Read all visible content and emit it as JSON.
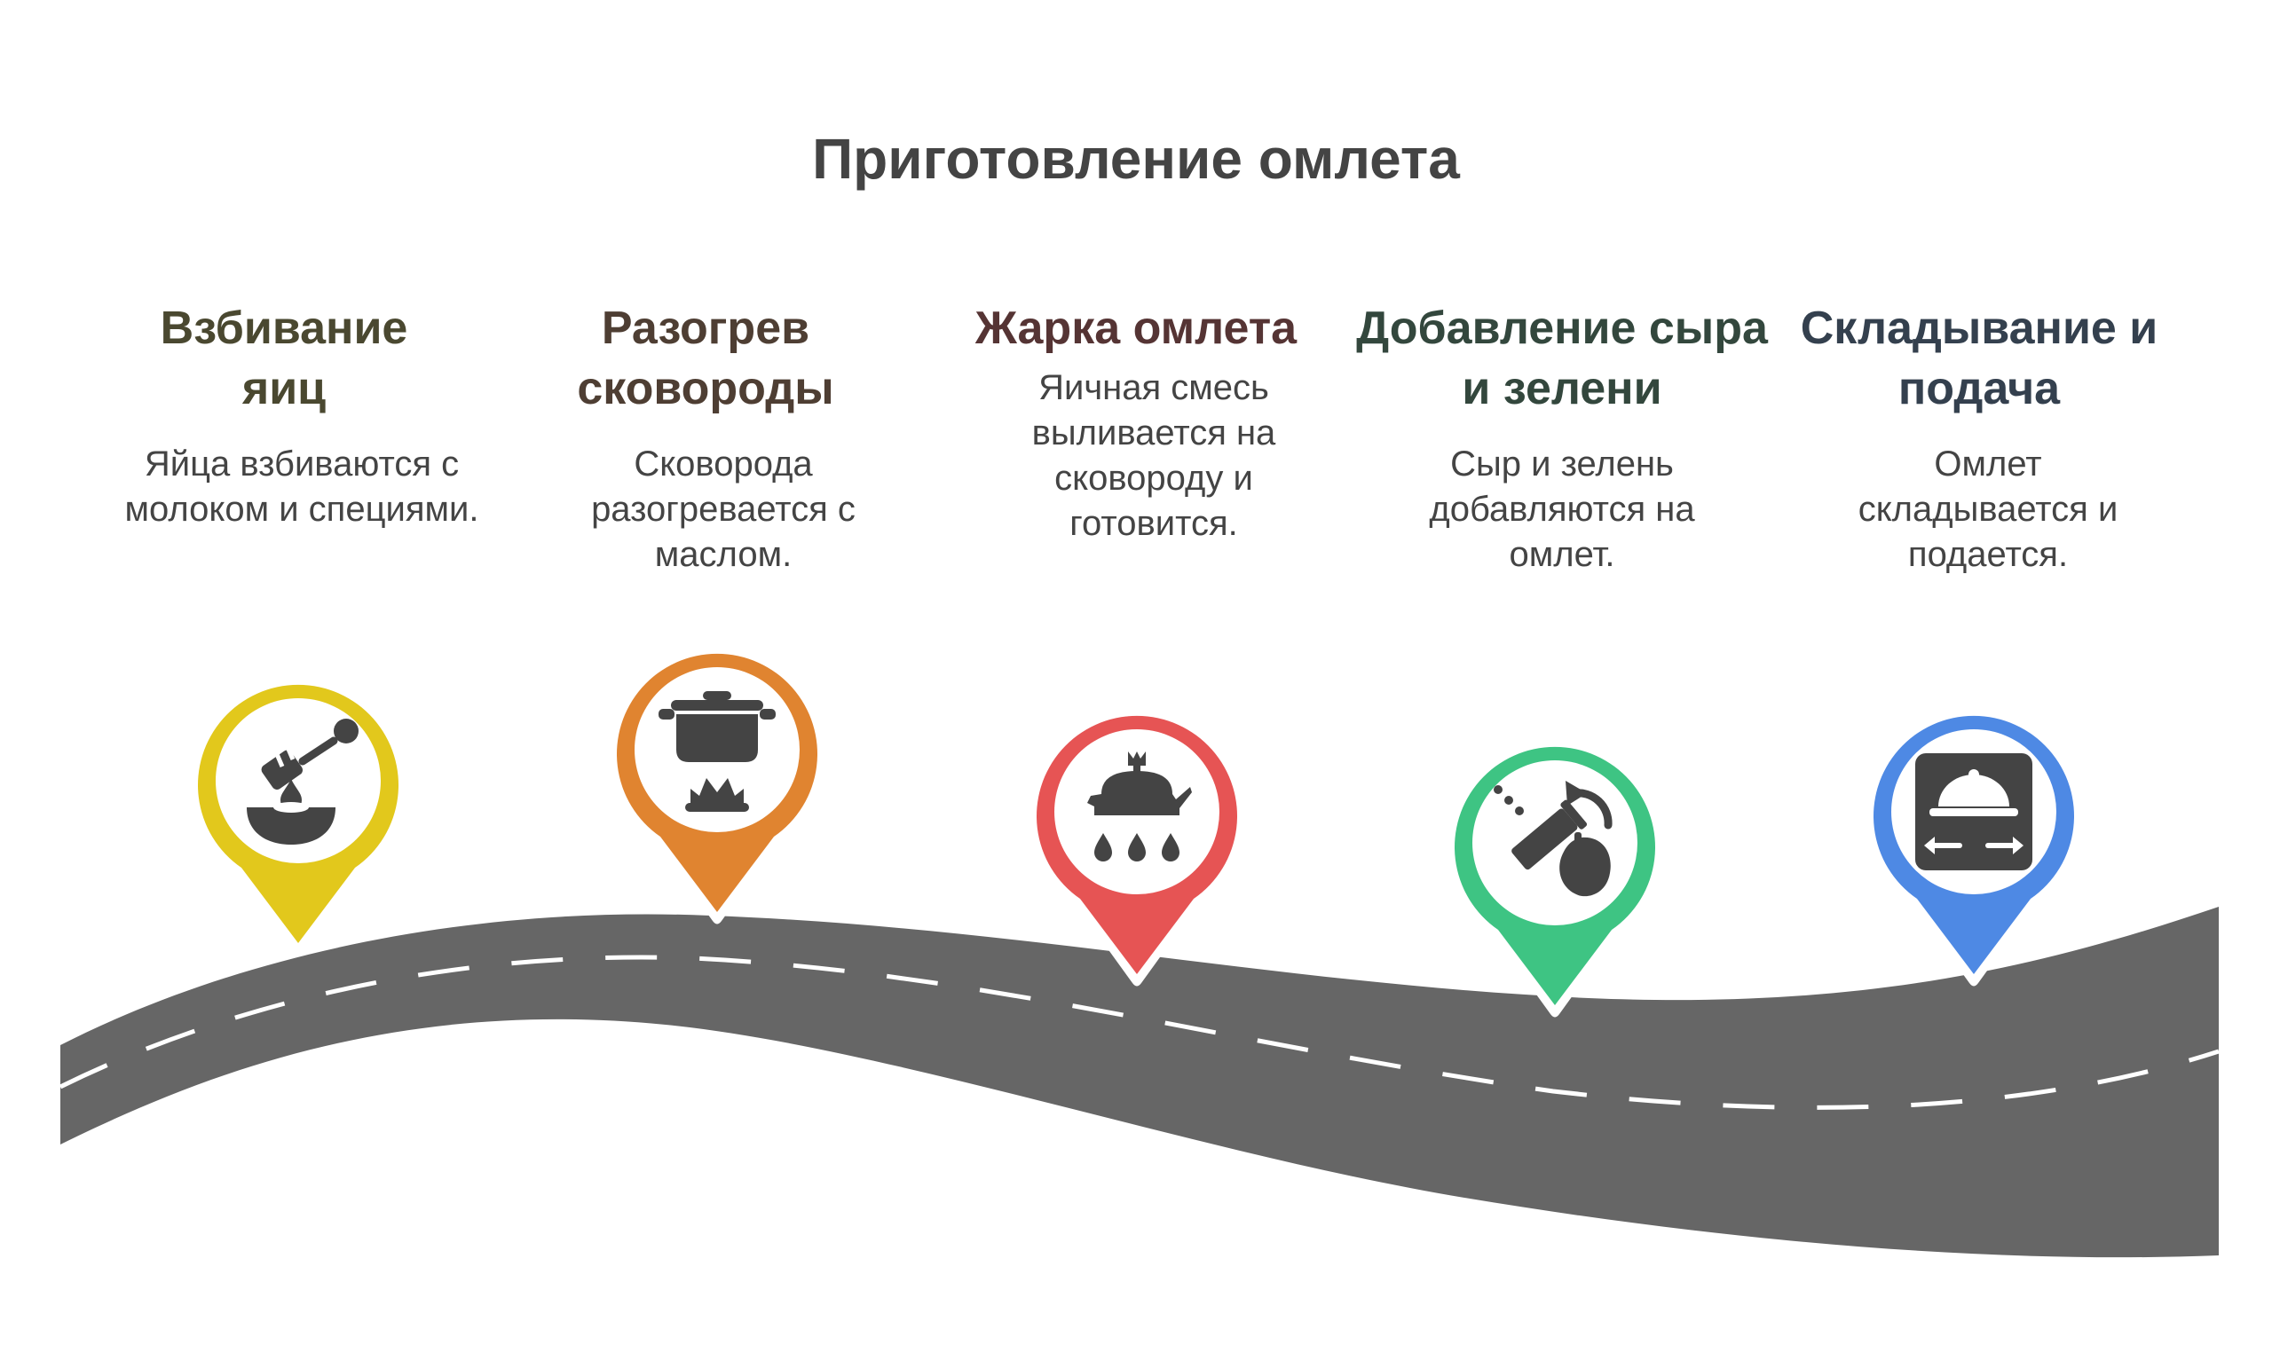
{
  "title": "Приготовление омлета",
  "steps": [
    {
      "heading": "Взбивание яиц",
      "description": "Яйца взбиваются с молоком и специями.",
      "color": "#E2C81C",
      "heading_color": "#4A4830",
      "icon": "honey-dipper-bowl-icon"
    },
    {
      "heading": "Разогрев сковороды",
      "description": "Сковорода разогревается с маслом.",
      "color": "#E08430",
      "heading_color": "#4E3E33",
      "icon": "pot-on-burner-icon"
    },
    {
      "heading": "Жарка омлета",
      "description": "Яичная смесь выливается на сковороду и готовится.",
      "color": "#E65454",
      "heading_color": "#553434",
      "icon": "kettle-pouring-icon"
    },
    {
      "heading": "Добавление сыра и зелени",
      "description": "Сыр и зелень добавляются на омлет.",
      "color": "#3EC483",
      "heading_color": "#33473D",
      "icon": "shaker-sprinkle-icon"
    },
    {
      "heading": "Складывание и подача",
      "description": "Омлет складывается и подается.",
      "color": "#4E89E4",
      "heading_color": "#34404E",
      "icon": "serving-cloche-icon"
    }
  ],
  "road_color": "#666666",
  "dash_color": "#ffffff"
}
